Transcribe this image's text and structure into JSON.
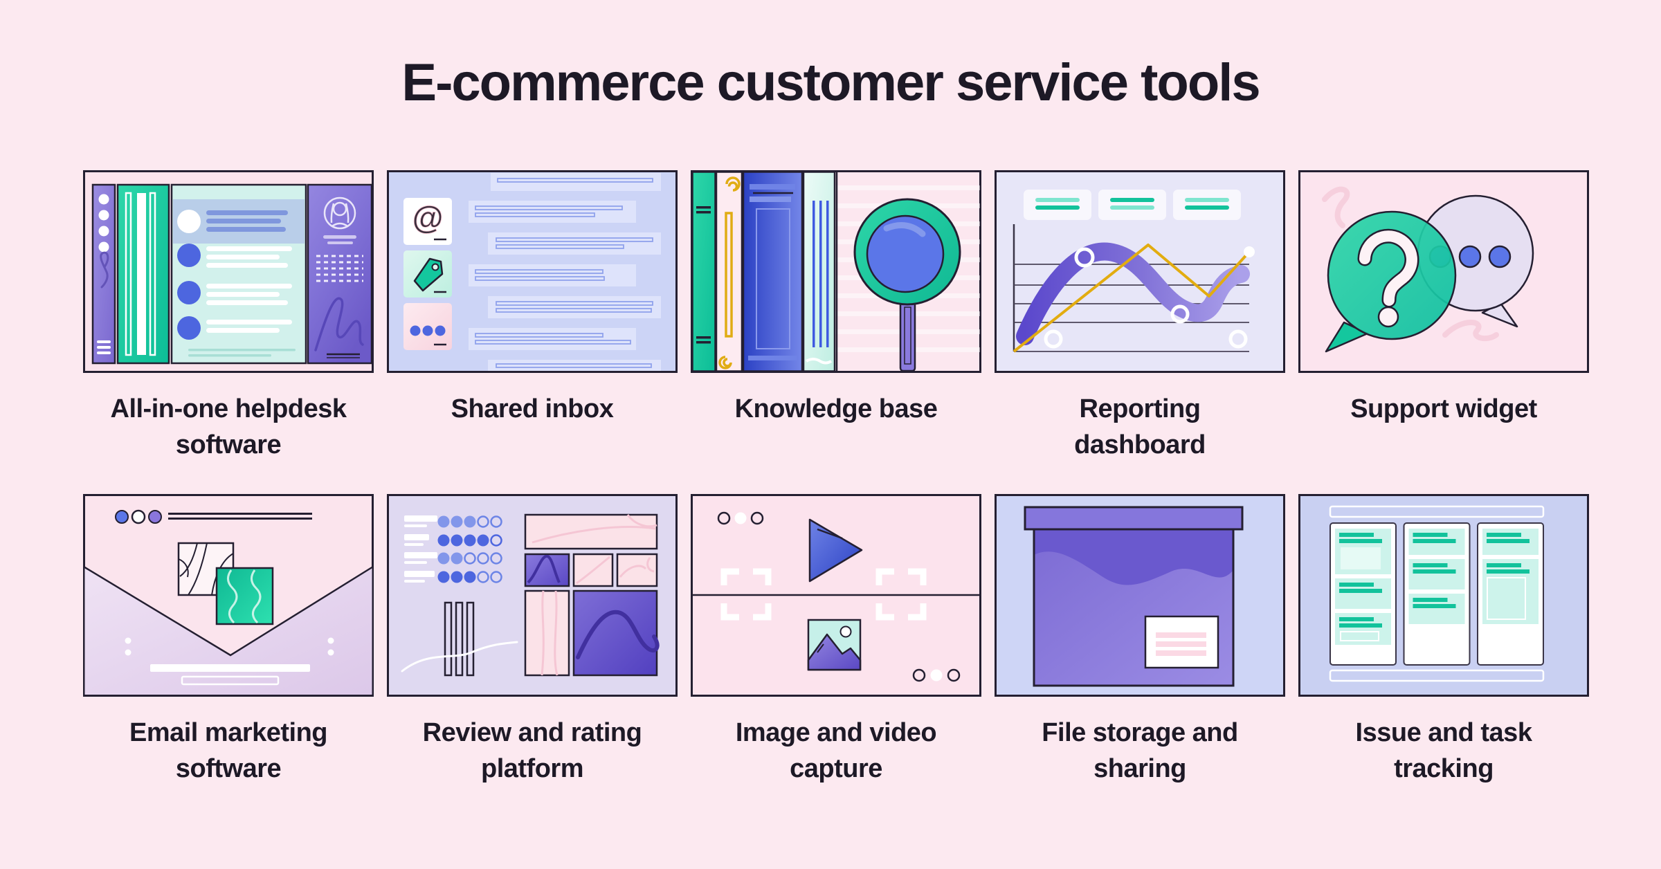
{
  "title": "E-commerce customer service tools",
  "tools": [
    {
      "label": "All-in-one helpdesk software",
      "icon": "helpdesk-app-illustration"
    },
    {
      "label": "Shared inbox",
      "icon": "shared-inbox-illustration"
    },
    {
      "label": "Knowledge base",
      "icon": "books-and-magnifier-illustration"
    },
    {
      "label": "Reporting dashboard",
      "icon": "dashboard-chart-illustration"
    },
    {
      "label": "Support widget",
      "icon": "chat-bubbles-illustration"
    },
    {
      "label": "Email marketing software",
      "icon": "envelope-illustration"
    },
    {
      "label": "Review and rating platform",
      "icon": "rating-dots-illustration"
    },
    {
      "label": "Image and video capture",
      "icon": "media-capture-illustration"
    },
    {
      "label": "File storage and sharing",
      "icon": "storage-box-illustration"
    },
    {
      "label": "Issue and task tracking",
      "icon": "kanban-board-illustration"
    }
  ],
  "colors": {
    "page_bg": "#FCE9F0",
    "ink": "#241F31",
    "teal": "#14C79E",
    "mint": "#CDF2EA",
    "royal_blue": "#4D66DF",
    "periwinkle": "#CCD4F6",
    "purple": "#7B6BD6",
    "lavender": "#E7E6F8",
    "yellow": "#E0AC14",
    "pink_card": "#FBE3EC",
    "white": "#FFFFFF"
  }
}
